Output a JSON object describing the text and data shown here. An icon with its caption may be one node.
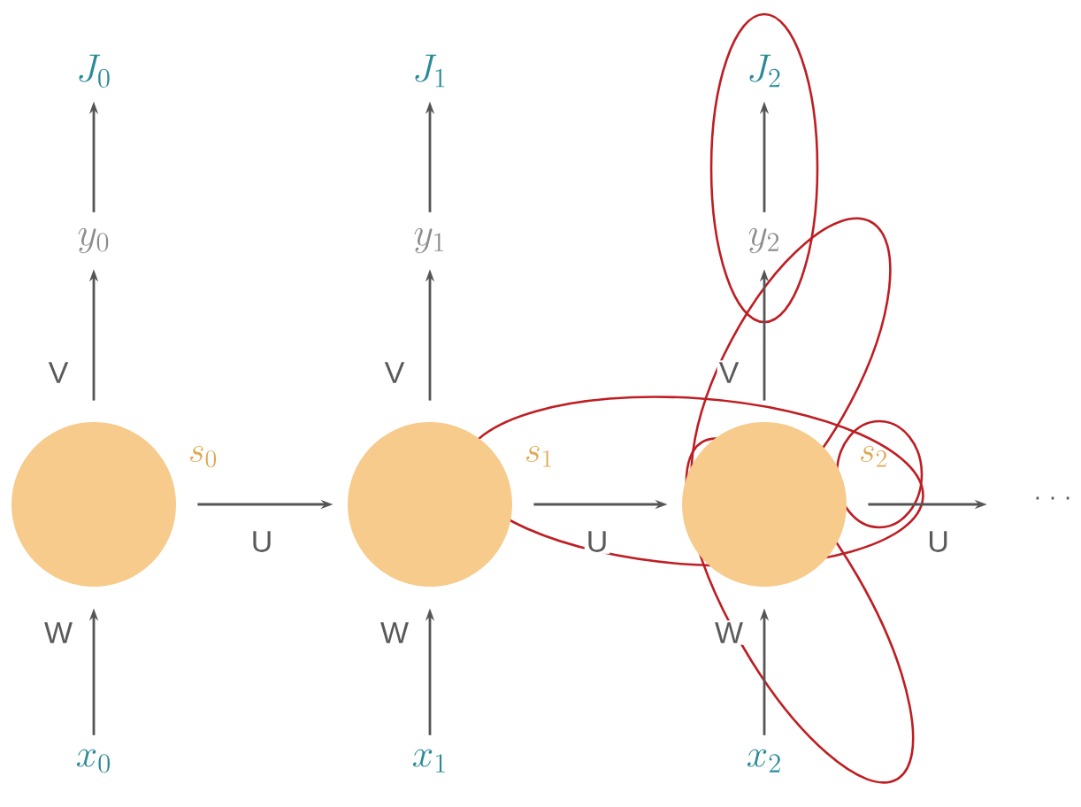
{
  "diagram": {
    "nodes": [
      {
        "text": [
          "J_0"
        ]
      },
      {
        "text": [
          "J_1"
        ]
      },
      {
        "text": [
          "J_2"
        ]
      },
      {
        "text": [
          "y_0"
        ]
      },
      {
        "text": [
          "y_1"
        ]
      },
      {
        "text": [
          "y_2"
        ]
      },
      {
        "text": [],
        "shape": "circle",
        "beside": [
          "s_0"
        ]
      },
      {
        "text": [],
        "shape": "circle",
        "beside": [
          "s_1"
        ]
      },
      {
        "text": [],
        "shape": "circle",
        "beside": [
          "s_2"
        ]
      },
      {
        "text": [
          "· · ·"
        ]
      },
      {
        "text": [
          "x_0"
        ]
      },
      {
        "text": [
          "x_1"
        ]
      },
      {
        "text": [
          "x_2"
        ]
      }
    ],
    "edges": [
      {
        "from": 3,
        "to": 0,
        "arrow": "to"
      },
      {
        "from": 4,
        "to": 1,
        "arrow": "to"
      },
      {
        "from": 5,
        "to": 2,
        "arrow": "to"
      },
      {
        "from": 6,
        "to": 3,
        "arrow": "to",
        "label": "V"
      },
      {
        "from": 7,
        "to": 4,
        "arrow": "to",
        "label": "V"
      },
      {
        "from": 8,
        "to": 5,
        "arrow": "to",
        "label": "V"
      },
      {
        "from": 10,
        "to": 6,
        "arrow": "to",
        "label": "W"
      },
      {
        "from": 11,
        "to": 7,
        "arrow": "to",
        "label": "W"
      },
      {
        "from": 12,
        "to": 8,
        "arrow": "to",
        "label": "W"
      },
      {
        "from": 6,
        "to": 7,
        "arrow": "to",
        "label": "U"
      },
      {
        "from": 7,
        "to": 8,
        "arrow": "to",
        "label": "U"
      },
      {
        "from": 8,
        "to": 9,
        "arrow": "to",
        "label": "U"
      }
    ]
  }
}
